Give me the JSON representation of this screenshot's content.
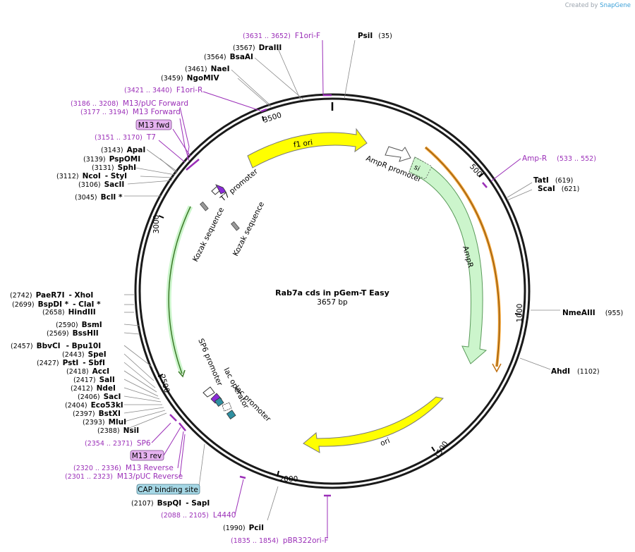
{
  "credit": {
    "prefix": "Created by",
    "brand": "SnapGene"
  },
  "plasmid": {
    "name": "Rab7a cds in pGem-T Easy",
    "length": "3657 bp"
  },
  "ticks": [
    "500",
    "1000",
    "1500",
    "2000",
    "2500",
    "3000",
    "3500"
  ],
  "features": {
    "f1ori": "f1 ori",
    "ampr_promoter": "AmpR promoter",
    "ampr": "AmpR",
    "si": "si",
    "ori": "ori",
    "t7_promoter": "T7 promoter",
    "kozak1": "Kozak sequence",
    "kozak2": "Kozak sequence",
    "sp6_promoter": "SP6 promoter",
    "lac_operator": "lac operator",
    "lac_promoter": "lac promoter"
  },
  "sites_left": [
    {
      "pos": "(3567)",
      "name": "DraIII"
    },
    {
      "pos": "(3564)",
      "name": "BsaAI"
    },
    {
      "pos": "(3461)",
      "name": "NaeI"
    },
    {
      "pos": "(3459)",
      "name": "NgoMIV"
    },
    {
      "pos": "(3143)",
      "name": "ApaI"
    },
    {
      "pos": "(3139)",
      "name": "PspOMI"
    },
    {
      "pos": "(3131)",
      "name": "SphI"
    },
    {
      "pos": "(3112)",
      "name": "NcoI",
      "extra": "- StyI"
    },
    {
      "pos": "(3106)",
      "name": "SacII"
    },
    {
      "pos": "(3045)",
      "name": "BclI *"
    },
    {
      "pos": "(2742)",
      "name": "PaeR7I",
      "extra": "- XhoI"
    },
    {
      "pos": "(2699)",
      "name": "BspDI *",
      "extra": "- ClaI *"
    },
    {
      "pos": "(2658)",
      "name": "HindIII"
    },
    {
      "pos": "(2590)",
      "name": "BsmI"
    },
    {
      "pos": "(2569)",
      "name": "BssHII"
    },
    {
      "pos": "(2457)",
      "name": "BbvCI",
      "extra": "- Bpu10I"
    },
    {
      "pos": "(2443)",
      "name": "SpeI"
    },
    {
      "pos": "(2427)",
      "name": "PstI",
      "extra": "- SbfI"
    },
    {
      "pos": "(2418)",
      "name": "AccI"
    },
    {
      "pos": "(2417)",
      "name": "SalI"
    },
    {
      "pos": "(2412)",
      "name": "NdeI"
    },
    {
      "pos": "(2406)",
      "name": "SacI"
    },
    {
      "pos": "(2404)",
      "name": "Eco53kI"
    },
    {
      "pos": "(2397)",
      "name": "BstXI"
    },
    {
      "pos": "(2393)",
      "name": "MluI"
    },
    {
      "pos": "(2388)",
      "name": "NsiI"
    },
    {
      "pos": "(2107)",
      "name": "BspQI",
      "extra": "- SapI"
    },
    {
      "pos": "(1990)",
      "name": "PciI"
    }
  ],
  "sites_right": [
    {
      "name": "PsiI",
      "pos": "(35)"
    },
    {
      "name": "TatI",
      "pos": "(619)"
    },
    {
      "name": "ScaI",
      "pos": "(621)"
    },
    {
      "name": "NmeAIII",
      "pos": "(955)"
    },
    {
      "name": "AhdI",
      "pos": "(1102)"
    }
  ],
  "primers": [
    {
      "range": "(3631 .. 3652)",
      "name": "F1ori-F"
    },
    {
      "range": "(3421 .. 3440)",
      "name": "F1ori-R"
    },
    {
      "range": "(3186 .. 3208)",
      "name": "M13/pUC Forward"
    },
    {
      "range": "(3177 .. 3194)",
      "name": "M13 Forward"
    },
    {
      "range": "(3151 .. 3170)",
      "name": "T7"
    },
    {
      "range": "(533 .. 552)",
      "name": "Amp-R"
    },
    {
      "range": "(2354 .. 2371)",
      "name": "SP6"
    },
    {
      "range": "(2320 .. 2336)",
      "name": "M13 Reverse"
    },
    {
      "range": "(2301 .. 2323)",
      "name": "M13/pUC Reverse"
    },
    {
      "range": "(2088 .. 2105)",
      "name": "L4440"
    },
    {
      "range": "(1835 .. 1854)",
      "name": "pBR322ori-F"
    }
  ],
  "boxes": {
    "m13fwd": "M13 fwd",
    "m13rev": "M13 rev",
    "cap": "CAP binding site"
  },
  "colors": {
    "backbone": "#1a1a1a",
    "f1_ori": "#ffff00",
    "ori": "#ffff00",
    "ampr": "#ccf5cc",
    "primer": "#9b2fb8",
    "orange": "#f0a030",
    "box_pink": "#e6b3f0",
    "box_blue": "#a6d8e6",
    "teal": "#2f8fa0",
    "purple": "#8a2bd8"
  }
}
